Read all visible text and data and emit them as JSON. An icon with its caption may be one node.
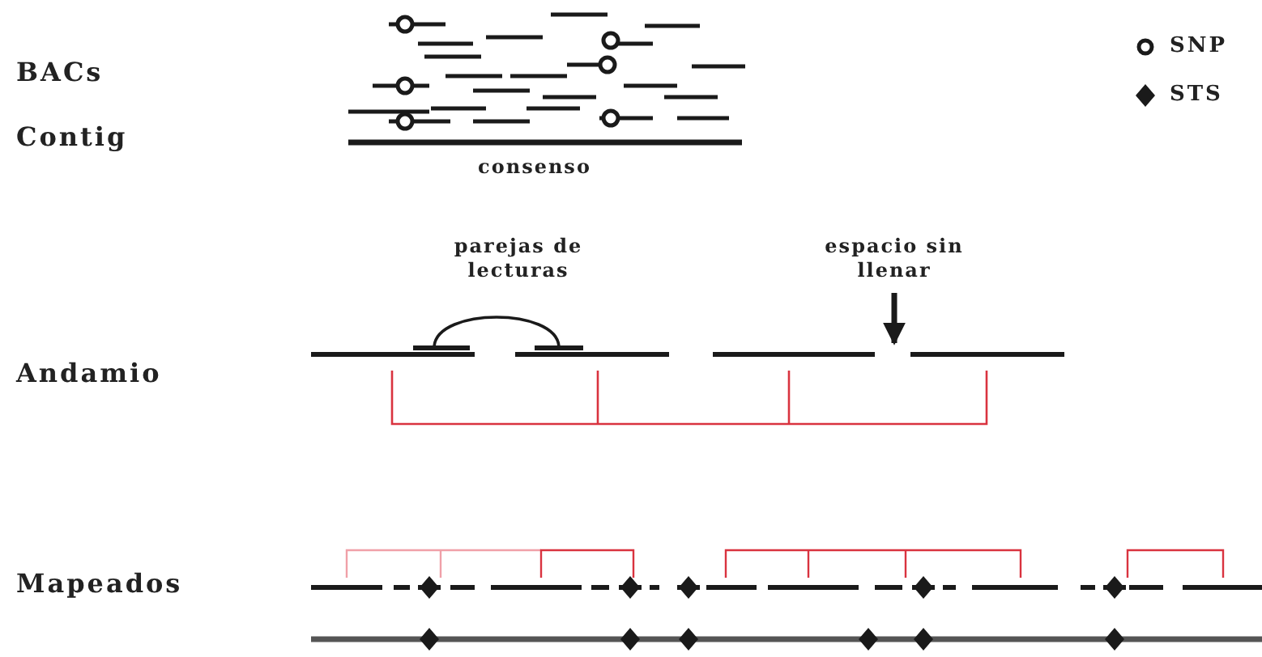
{
  "diagram": {
    "labels": [
      "BACs",
      "Contig",
      "consenso",
      "parejas de lecturas",
      "espacio sin llenar",
      "Andamio",
      "Mapeados"
    ],
    "legend": [
      {
        "text": "SNP"
      },
      {
        "text": "STS"
      }
    ]
  }
}
